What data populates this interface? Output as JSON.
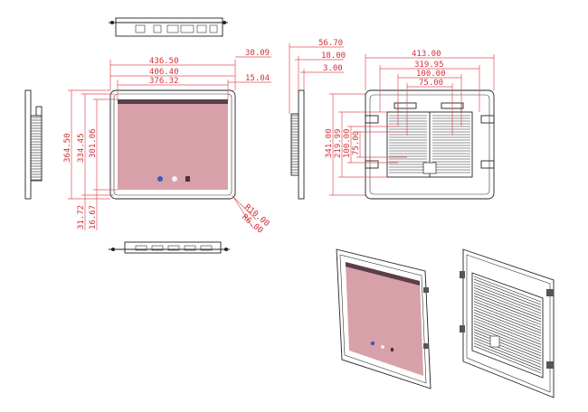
{
  "dimensions": {
    "front_width_outer": "436.50",
    "front_width_mid": "406.40",
    "front_width_inner": "376.32",
    "front_top_offset": "30.09",
    "front_side_offset": "15.04",
    "front_height_outer": "364.50",
    "front_height_mid": "334.45",
    "front_height_inner": "301.06",
    "front_bottom_outer": "31.72",
    "front_bottom_inner": "16.67",
    "corner_radius_1": "R10.00",
    "corner_radius_2": "R6.00",
    "depth_total": "56.70",
    "depth_mid": "18.00",
    "depth_bezel": "3.00",
    "rear_width": "413.00",
    "rear_bracket_1": "319.95",
    "rear_bracket_2": "100.00",
    "rear_bracket_3": "75.00",
    "rear_height": "341.00",
    "rear_vert_1": "219.99",
    "rear_vert_2": "100.00",
    "rear_vert_3": "75.00"
  },
  "colors": {
    "dimension_line": "#e0505a",
    "screen_pink": "#d8a0a8",
    "bezel": "#222222"
  }
}
